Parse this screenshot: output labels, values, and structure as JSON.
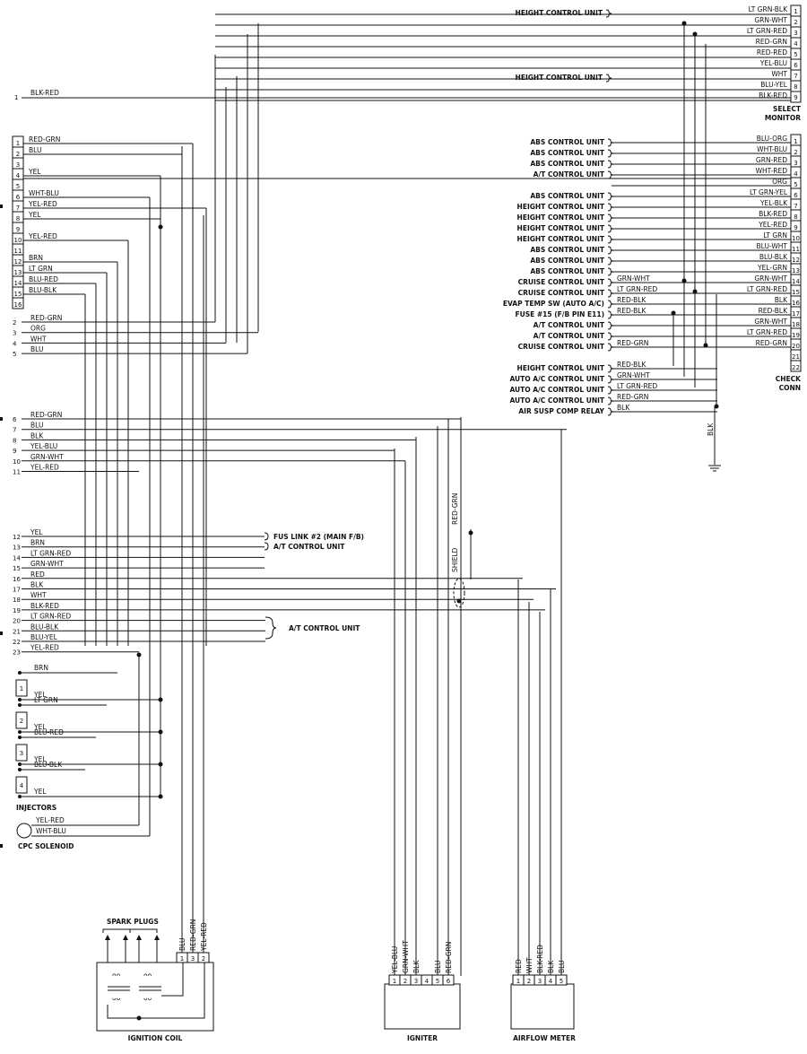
{
  "select_monitor": {
    "title_line1": "SELECT",
    "title_line2": "MONITOR",
    "rows": [
      {
        "pin": "1",
        "wire": "LT GRN-BLK",
        "dest": "HEIGHT CONTROL UNIT"
      },
      {
        "pin": "2",
        "wire": "GRN-WHT",
        "dest": ""
      },
      {
        "pin": "3",
        "wire": "LT GRN-RED",
        "dest": ""
      },
      {
        "pin": "4",
        "wire": "RED-GRN",
        "dest": ""
      },
      {
        "pin": "5",
        "wire": "RED-RED",
        "dest": ""
      },
      {
        "pin": "6",
        "wire": "YEL-BLU",
        "dest": ""
      },
      {
        "pin": "7",
        "wire": "WHT",
        "dest": "HEIGHT CONTROL UNIT"
      },
      {
        "pin": "8",
        "wire": "BLU-YEL",
        "dest": ""
      },
      {
        "pin": "9",
        "wire": "BLK-RED",
        "dest": ""
      }
    ]
  },
  "check_conn": {
    "title_line1": "CHECK",
    "title_line2": "CONN",
    "rows": [
      {
        "pin": "1",
        "wire": "BLU-ORG",
        "dest": "ABS CONTROL UNIT",
        "mid": ""
      },
      {
        "pin": "2",
        "wire": "WHT-BLU",
        "dest": "ABS CONTROL UNIT",
        "mid": ""
      },
      {
        "pin": "3",
        "wire": "GRN-RED",
        "dest": "ABS CONTROL UNIT",
        "mid": ""
      },
      {
        "pin": "4",
        "wire": "WHT-RED",
        "dest": "A/T CONTROL UNIT",
        "mid": ""
      },
      {
        "pin": "5",
        "wire": "ORG",
        "dest": "",
        "mid": ""
      },
      {
        "pin": "6",
        "wire": "LT GRN-YEL",
        "dest": "ABS CONTROL UNIT",
        "mid": ""
      },
      {
        "pin": "7",
        "wire": "YEL-BLK",
        "dest": "HEIGHT CONTROL UNIT",
        "mid": ""
      },
      {
        "pin": "8",
        "wire": "BLK-RED",
        "dest": "HEIGHT CONTROL UNIT",
        "mid": ""
      },
      {
        "pin": "9",
        "wire": "YEL-RED",
        "dest": "HEIGHT CONTROL UNIT",
        "mid": ""
      },
      {
        "pin": "10",
        "wire": "LT GRN",
        "dest": "HEIGHT CONTROL UNIT",
        "mid": ""
      },
      {
        "pin": "11",
        "wire": "BLU-WHT",
        "dest": "ABS CONTROL UNIT",
        "mid": ""
      },
      {
        "pin": "12",
        "wire": "BLU-BLK",
        "dest": "ABS CONTROL UNIT",
        "mid": ""
      },
      {
        "pin": "13",
        "wire": "YEL-GRN",
        "dest": "ABS CONTROL UNIT",
        "mid": ""
      },
      {
        "pin": "14",
        "wire": "GRN-WHT",
        "dest": "CRUISE CONTROL UNIT",
        "mid": "GRN-WHT"
      },
      {
        "pin": "15",
        "wire": "LT GRN-RED",
        "dest": "CRUISE CONTROL UNIT",
        "mid": "LT GRN-RED"
      },
      {
        "pin": "16",
        "wire": "BLK",
        "dest": "EVAP TEMP SW (AUTO A/C)",
        "mid": "RED-BLK"
      },
      {
        "pin": "17",
        "wire": "RED-BLK",
        "dest": "FUSE #15 (F/B PIN E11)",
        "mid": "RED-BLK"
      },
      {
        "pin": "18",
        "wire": "GRN-WHT",
        "dest": "A/T CONTROL UNIT",
        "mid": ""
      },
      {
        "pin": "19",
        "wire": "LT GRN-RED",
        "dest": "A/T CONTROL UNIT",
        "mid": ""
      },
      {
        "pin": "20",
        "wire": "RED-GRN",
        "dest": "CRUISE CONTROL UNIT",
        "mid": "RED-GRN"
      },
      {
        "pin": "21",
        "wire": "",
        "dest": "",
        "mid": ""
      },
      {
        "pin": "22",
        "wire": "",
        "dest": "",
        "mid": ""
      }
    ],
    "extra": [
      {
        "dest": "HEIGHT CONTROL UNIT",
        "mid": "RED-BLK"
      },
      {
        "dest": "AUTO A/C CONTROL UNIT",
        "mid": "GRN-WHT"
      },
      {
        "dest": "AUTO A/C CONTROL UNIT",
        "mid": "LT GRN-RED"
      },
      {
        "dest": "AUTO A/C CONTROL UNIT",
        "mid": "RED-GRN"
      },
      {
        "dest": "AIR SUSP COMP RELAY",
        "mid": "BLK"
      }
    ],
    "ground_wire": "BLK"
  },
  "left_wires": {
    "top": {
      "pin": "1",
      "wire": "BLK-RED"
    },
    "conn_a": [
      {
        "pin": "1",
        "wire": "RED-GRN"
      },
      {
        "pin": "2",
        "wire": "BLU"
      },
      {
        "pin": "3",
        "wire": ""
      },
      {
        "pin": "4",
        "wire": "YEL"
      },
      {
        "pin": "5",
        "wire": ""
      },
      {
        "pin": "6",
        "wire": "WHT-BLU"
      },
      {
        "pin": "7",
        "wire": "YEL-RED"
      },
      {
        "pin": "8",
        "wire": "YEL"
      },
      {
        "pin": "9",
        "wire": ""
      },
      {
        "pin": "10",
        "wire": "YEL-RED"
      },
      {
        "pin": "11",
        "wire": ""
      },
      {
        "pin": "12",
        "wire": "BRN"
      },
      {
        "pin": "13",
        "wire": "LT GRN"
      },
      {
        "pin": "14",
        "wire": "BLU-RED"
      },
      {
        "pin": "15",
        "wire": "BLU-BLK"
      },
      {
        "pin": "16",
        "wire": ""
      }
    ],
    "group_b": [
      {
        "pin": "2",
        "wire": "RED-GRN"
      },
      {
        "pin": "3",
        "wire": "ORG"
      },
      {
        "pin": "4",
        "wire": "WHT"
      },
      {
        "pin": "5",
        "wire": "BLU"
      }
    ],
    "group_c": [
      {
        "pin": "6",
        "wire": "RED-GRN"
      },
      {
        "pin": "7",
        "wire": "BLU"
      },
      {
        "pin": "8",
        "wire": "BLK"
      },
      {
        "pin": "9",
        "wire": "YEL-BLU"
      },
      {
        "pin": "10",
        "wire": "GRN-WHT"
      },
      {
        "pin": "11",
        "wire": "YEL-RED"
      }
    ],
    "group_d": [
      {
        "pin": "12",
        "wire": "YEL"
      },
      {
        "pin": "13",
        "wire": "BRN"
      },
      {
        "pin": "14",
        "wire": "LT GRN-RED"
      },
      {
        "pin": "15",
        "wire": "GRN-WHT"
      },
      {
        "pin": "16",
        "wire": "RED"
      },
      {
        "pin": "17",
        "wire": "BLK"
      },
      {
        "pin": "18",
        "wire": "WHT"
      },
      {
        "pin": "19",
        "wire": "BLK-RED"
      },
      {
        "pin": "20",
        "wire": "LT GRN-RED"
      },
      {
        "pin": "21",
        "wire": "BLU-BLK"
      },
      {
        "pin": "22",
        "wire": "BLU-YEL"
      },
      {
        "pin": "23",
        "wire": "YEL-RED"
      }
    ]
  },
  "callouts": {
    "fus_link": "FUS LINK #2 (MAIN F/B)",
    "at_unit_1": "A/T CONTROL UNIT",
    "at_unit_2": "A/T CONTROL UNIT",
    "shield": "SHIELD",
    "shield_wire": "RED-GRN"
  },
  "injectors": {
    "title": "INJECTORS",
    "items": [
      {
        "num": "1",
        "top": "BRN",
        "bottom": "YEL"
      },
      {
        "num": "2",
        "top": "LT GRN",
        "bottom": "YEL"
      },
      {
        "num": "3",
        "top": "BLU-RED",
        "bottom": "YEL"
      },
      {
        "num": "4",
        "top": "BLU-BLK",
        "bottom": "YEL"
      }
    ]
  },
  "cpc_solenoid": {
    "title": "CPC SOLENOID",
    "wires": [
      "YEL-RED",
      "WHT-BLU"
    ]
  },
  "ignition_coil": {
    "title": "IGNITION COIL",
    "spark_plugs": "SPARK PLUGS",
    "wires": [
      "BLU",
      "RED-GRN",
      "YEL-RED"
    ],
    "pins": [
      "1",
      "3",
      "2"
    ]
  },
  "igniter": {
    "title": "IGNITER",
    "wires": [
      "YEL-BLU",
      "GRN-WHT",
      "BLK",
      "",
      "BLU",
      "RED-GRN"
    ],
    "pins": [
      "1",
      "2",
      "3",
      "4",
      "5",
      "6"
    ]
  },
  "airflow_meter": {
    "title": "AIRFLOW METER",
    "wires": [
      "RED",
      "WHT",
      "BLK-RED",
      "BLK",
      "BLU"
    ],
    "pins": [
      "1",
      "2",
      "3",
      "4",
      "5"
    ]
  }
}
